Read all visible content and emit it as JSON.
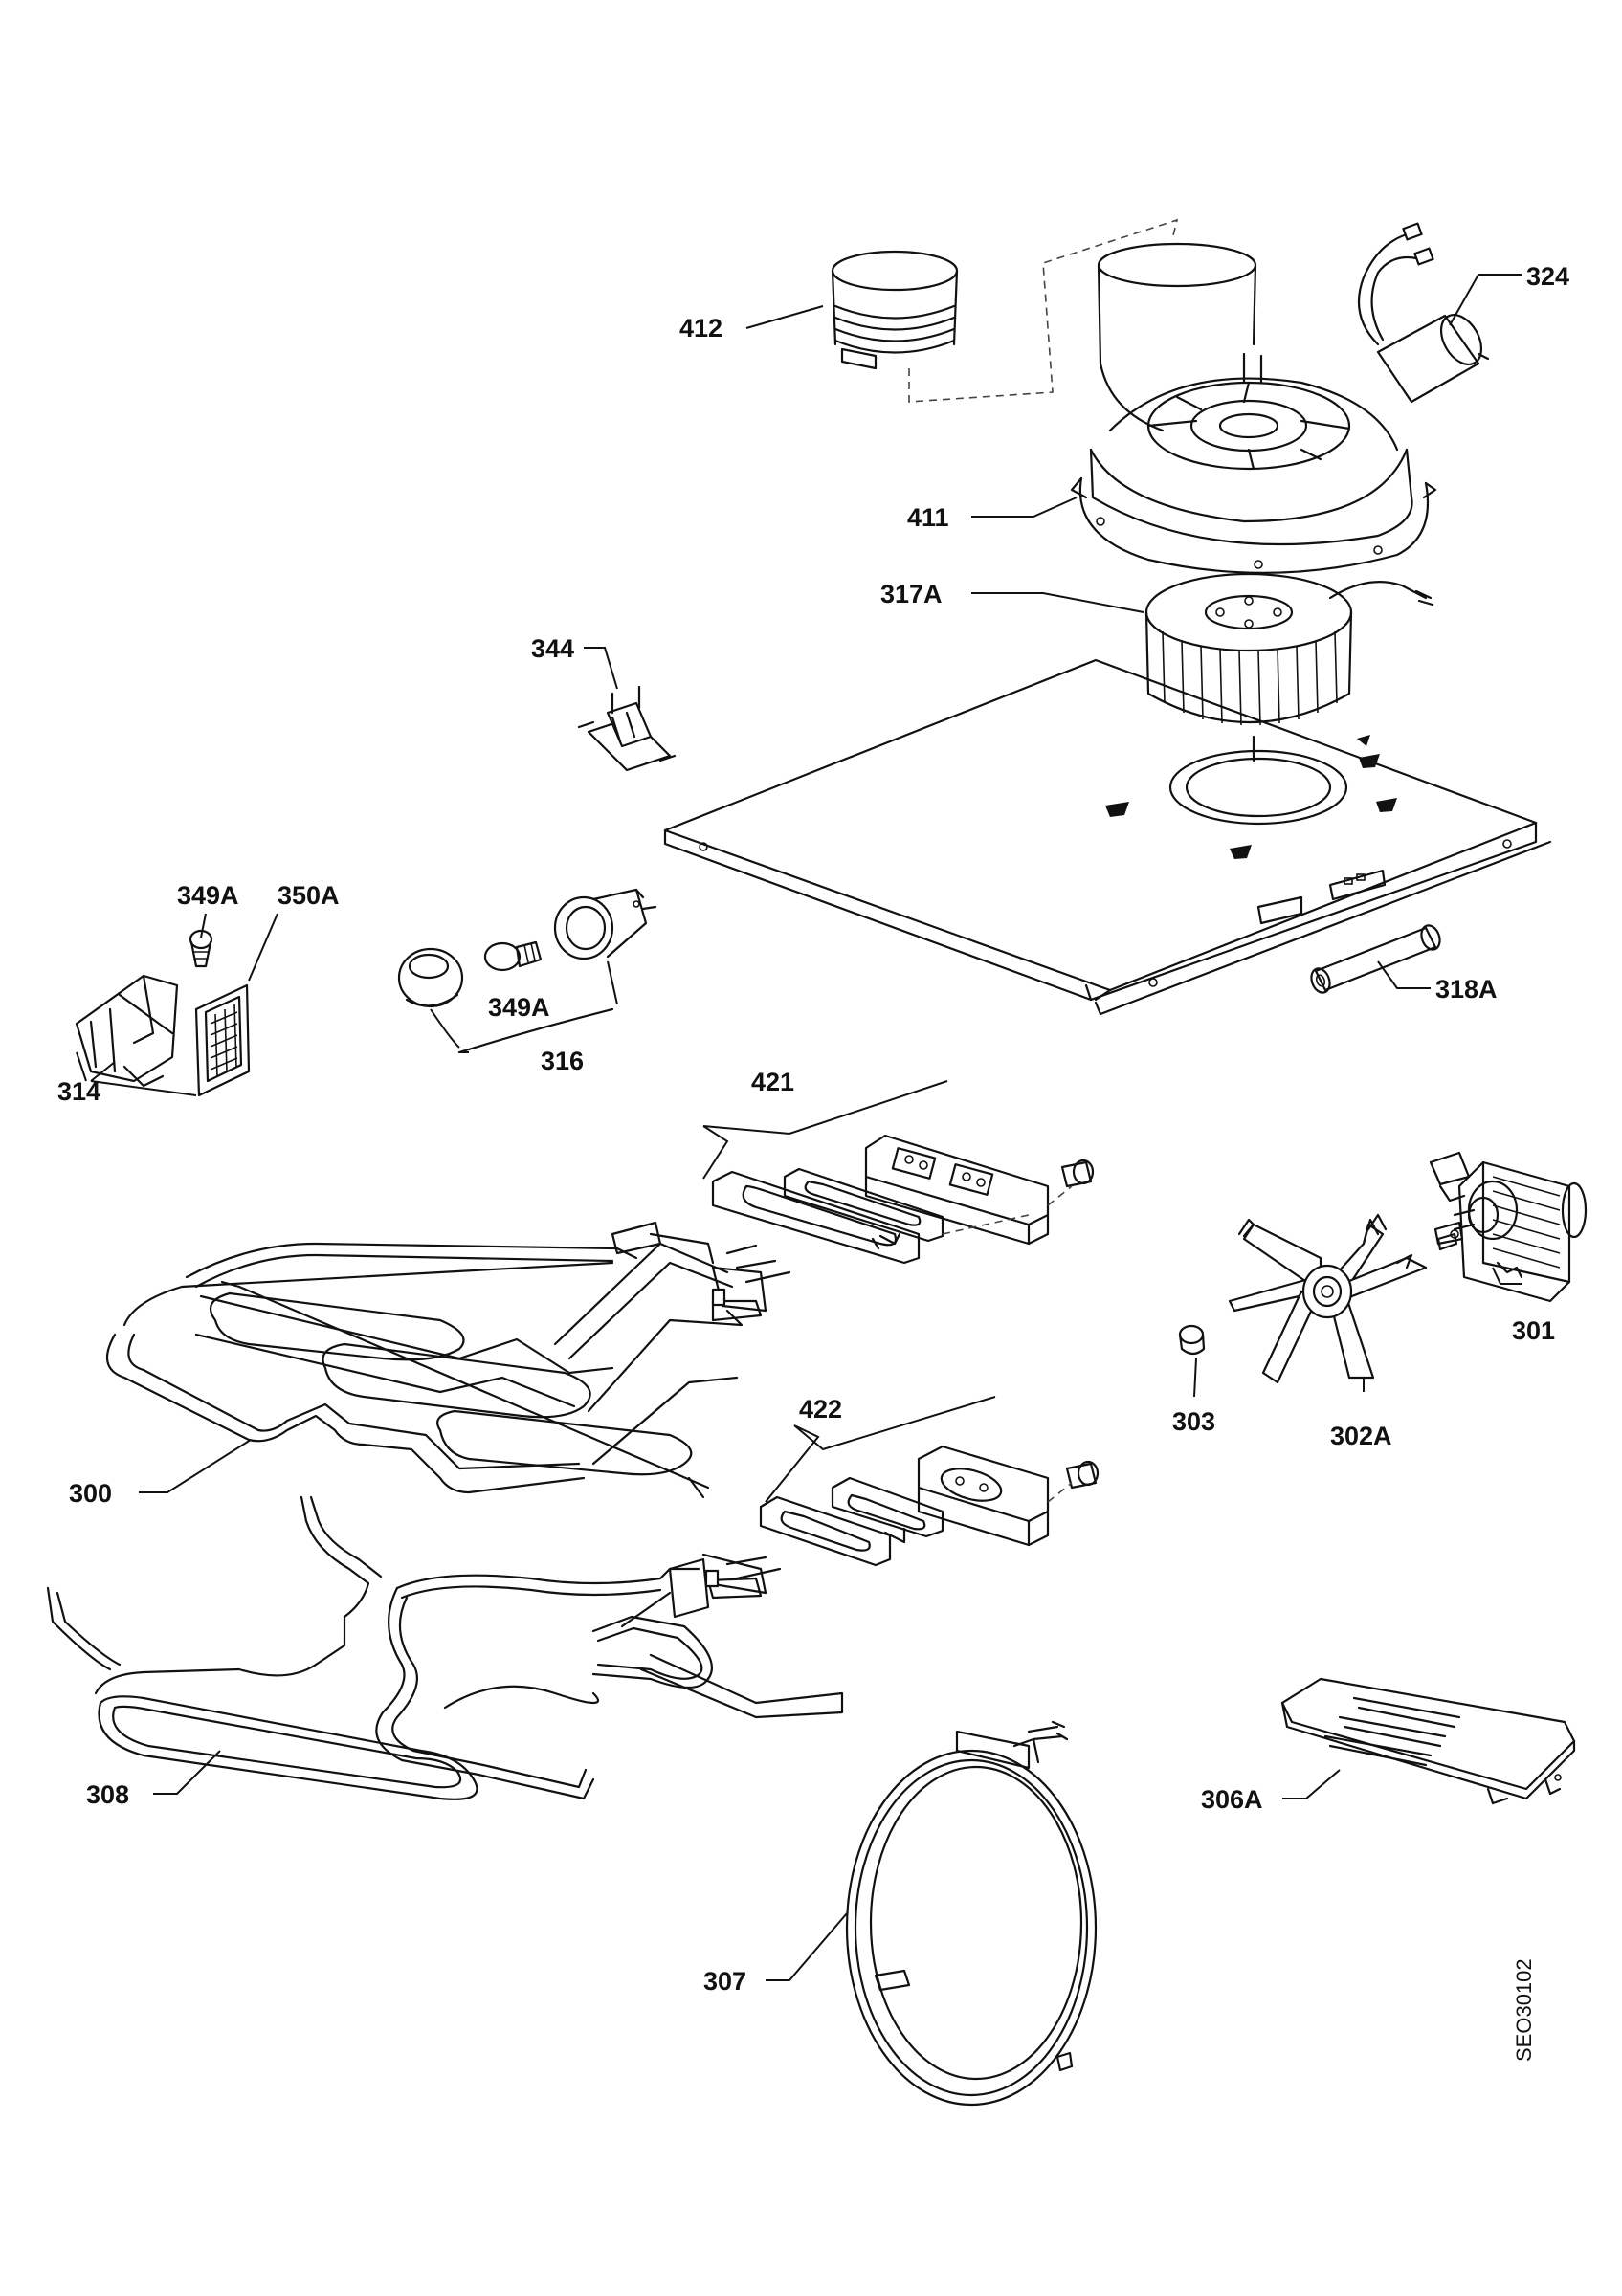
{
  "labels": {
    "p412": "412",
    "p324": "324",
    "p411": "411",
    "p317A": "317A",
    "p344": "344",
    "p349A_a": "349A",
    "p350A": "350A",
    "p349A_b": "349A",
    "p316": "316",
    "p314": "314",
    "p318A": "318A",
    "p421": "421",
    "p301": "301",
    "p303": "303",
    "p302A": "302A",
    "p300": "300",
    "p422": "422",
    "p308": "308",
    "p306A": "306A",
    "p307": "307"
  },
  "drawing_code": "SEO30102",
  "colors": {
    "line": "#111111",
    "background": "#ffffff"
  }
}
